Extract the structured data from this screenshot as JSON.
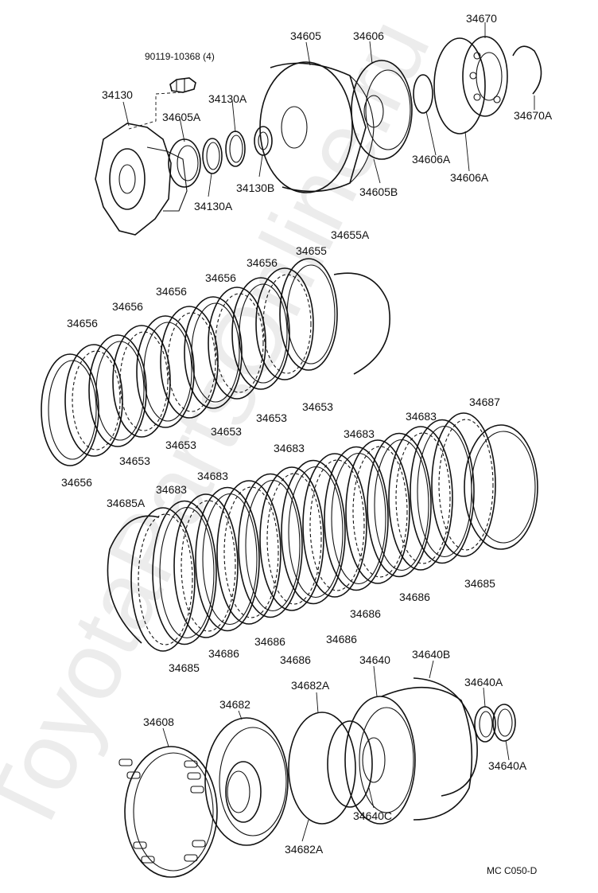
{
  "watermark": "ToyotaPartsOnline.ru",
  "figure_code": "MC  C050-D",
  "labels": {
    "bolt": "90119-10368 (4)",
    "p34130": "34130",
    "p34605A": "34605A",
    "p34130A_top": "34130A",
    "p34130A_bottom": "34130A",
    "p34130B": "34130B",
    "p34605": "34605",
    "p34606": "34606",
    "p34605B": "34605B",
    "p34606A_1": "34606A",
    "p34606A_2": "34606A",
    "p34670": "34670",
    "p34670A": "34670A",
    "p34655A": "34655A",
    "p34655": "34655",
    "p34656_1": "34656",
    "p34656_2": "34656",
    "p34656_3": "34656",
    "p34656_4": "34656",
    "p34656_5": "34656",
    "p34656_bottom": "34656",
    "p34653_1": "34653",
    "p34653_2": "34653",
    "p34653_3": "34653",
    "p34653_4": "34653",
    "p34653_5": "34653",
    "p34687": "34687",
    "p34683_1": "34683",
    "p34683_2": "34683",
    "p34683_3": "34683",
    "p34683_4": "34683",
    "p34683_5": "34683",
    "p34685A": "34685A",
    "p34685_right": "34685",
    "p34685_bottom": "34685",
    "p34686_1": "34686",
    "p34686_2": "34686",
    "p34686_3": "34686",
    "p34686_4": "34686",
    "p34686_5": "34686",
    "p34686_6": "34686",
    "p34640": "34640",
    "p34640B": "34640B",
    "p34640A_1": "34640A",
    "p34640A_2": "34640A",
    "p34640C": "34640C",
    "p34682A_top": "34682A",
    "p34682A_bottom": "34682A",
    "p34682": "34682",
    "p34608": "34608"
  }
}
